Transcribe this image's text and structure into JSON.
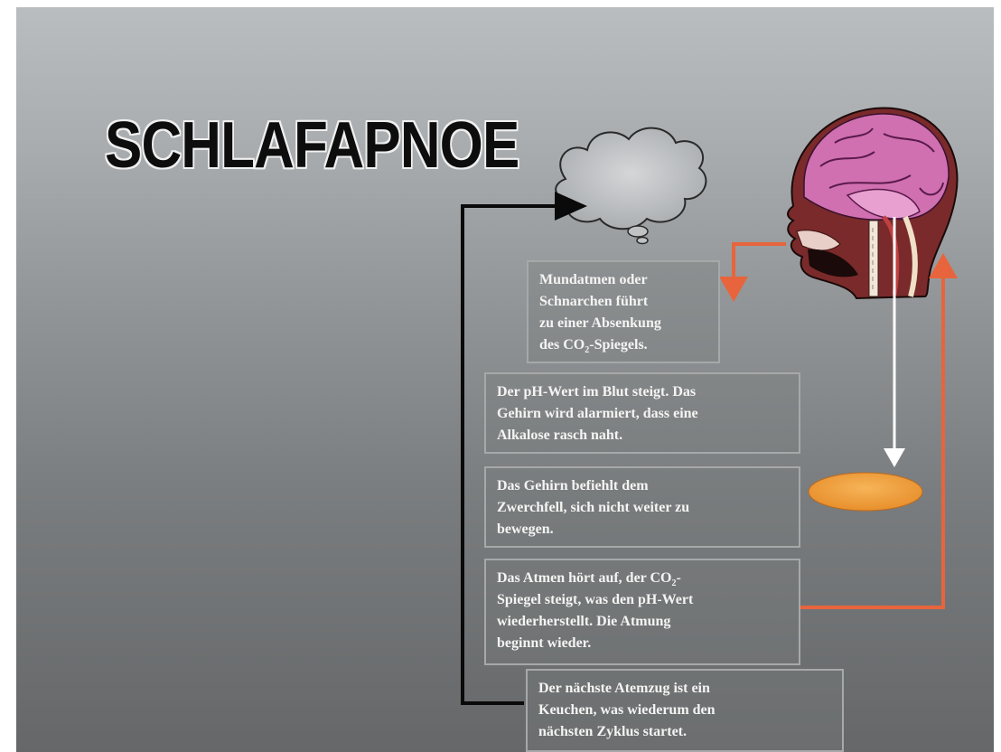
{
  "title": "SCHLAFAPNOE",
  "boxes": {
    "b1": {
      "l1": "Mundatmen oder",
      "l2": "Schnarchen führt",
      "l3": "zu einer Absenkung",
      "l4a": "des CO",
      "sub": "2",
      "l4b": "-Spiegels."
    },
    "b2": {
      "l1": "Der pH-Wert im Blut steigt. Das",
      "l2": "Gehirn wird alarmiert, dass eine",
      "l3": "Alkalose rasch naht."
    },
    "b3": {
      "l1": "Das Gehirn befiehlt dem",
      "l2": "Zwerchfell, sich nicht weiter zu",
      "l3": "bewegen."
    },
    "b4": {
      "l1a": "Das Atmen hört auf, der CO",
      "sub": "2",
      "l1b": "-",
      "l2": "Spiegel steigt, was den pH-Wert",
      "l3": "wiederherstellt. Die Atmung",
      "l4": "beginnt wieder."
    },
    "b5": {
      "l1": "Der nächste Atemzug ist ein",
      "l2": "Keuchen, was wiederum den",
      "l3": "nächsten Zyklus startet."
    }
  },
  "colors": {
    "orange_arrow": "#e8643c",
    "diaphragm": "#f0a040",
    "black_arrow": "#0a0a0a",
    "white_arrow": "#ffffff"
  },
  "icons": [
    "cloud-icon",
    "head-anatomy-icon",
    "diaphragm-icon"
  ]
}
